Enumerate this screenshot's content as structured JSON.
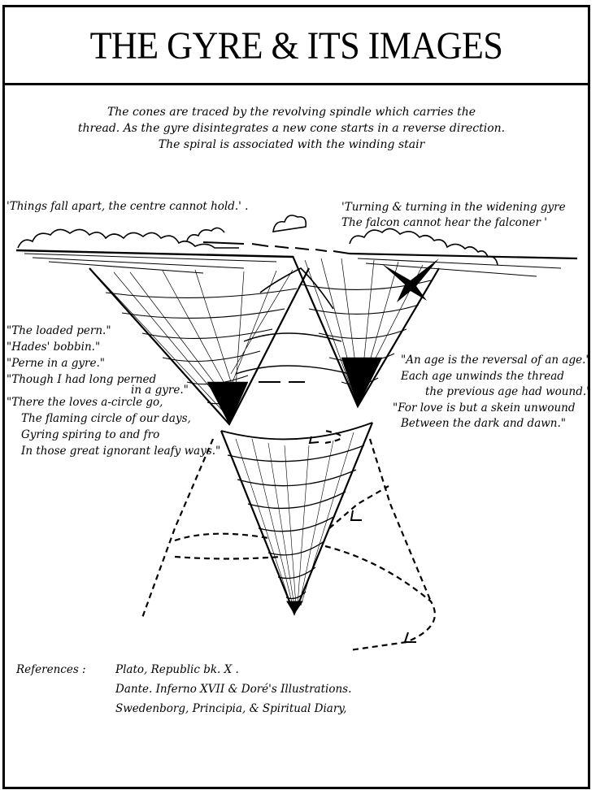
{
  "title": "THE GYRE & ITS IMAGES",
  "intro": {
    "lines": [
      "The cones are traced by the revolving spindle which carries the",
      "thread. As the gyre disintegrates a new cone starts in a reverse direction.",
      "The spiral is associated with the winding stair"
    ]
  },
  "quotes": {
    "top_left": "'Things fall apart, the centre cannot hold.' .",
    "top_right": [
      "'Turning & turning in the widening gyre",
      "The falcon cannot hear the falconer '"
    ],
    "left": [
      "\"The loaded pern.\"",
      "\"Hades' bobbin.\"",
      "\"Perne in a gyre.\"",
      "\"Though I had long perned",
      "in a gyre.\"",
      "\"There the loves a-circle go,",
      "The flaming circle of our days,",
      "Gyring spiring to and fro",
      "In those great ignorant leafy ways.\""
    ],
    "right": [
      "\"An age is the reversal of an age.\"",
      "Each age unwinds the thread",
      "the previous age had wound.\"",
      "\"For love is but a skein unwound",
      "Between the dark and dawn.\""
    ]
  },
  "references": {
    "label": "References :",
    "items": [
      "Plato, Republic bk. X .",
      "Dante. Inferno XVII & Doré's Illustrations.",
      "Swedenborg, Principia, & Spiritual Diary,"
    ]
  },
  "illustration": {
    "subject": "two interpenetrating cones (gyres) with spiral dashed path, clouds and falcon",
    "icons": [
      "cloud-icon",
      "falcon-icon",
      "spiral-arrow-icon"
    ]
  },
  "colors": {
    "ink": "#000000",
    "paper": "#ffffff"
  }
}
